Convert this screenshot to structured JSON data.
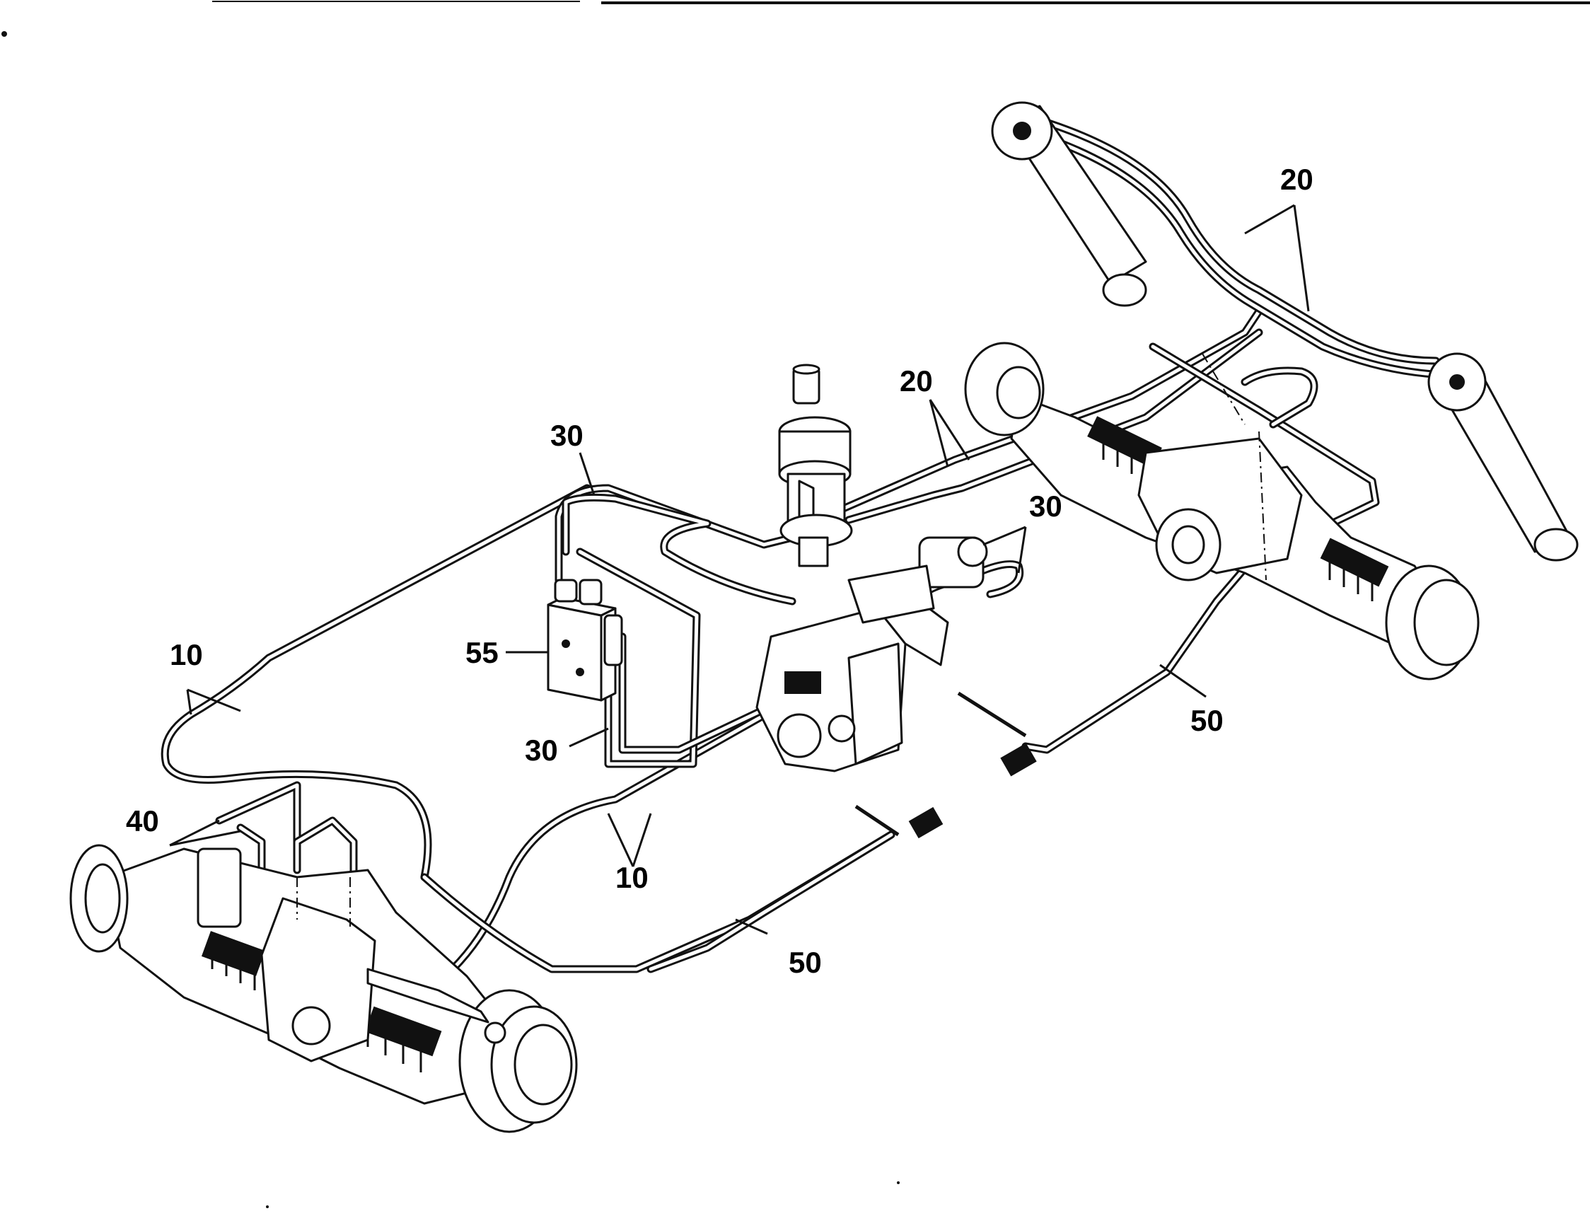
{
  "diagram": {
    "callouts": {
      "c10_left": "10",
      "c10_center": "10",
      "c20_top": "20",
      "c20_mid": "20",
      "c30_top": "30",
      "c30_right": "30",
      "c30_bottom": "30",
      "c40": "40",
      "c50_right": "50",
      "c50_bottom": "50",
      "c55": "55"
    },
    "colors": {
      "line": "#111111",
      "background": "#ffffff"
    }
  }
}
